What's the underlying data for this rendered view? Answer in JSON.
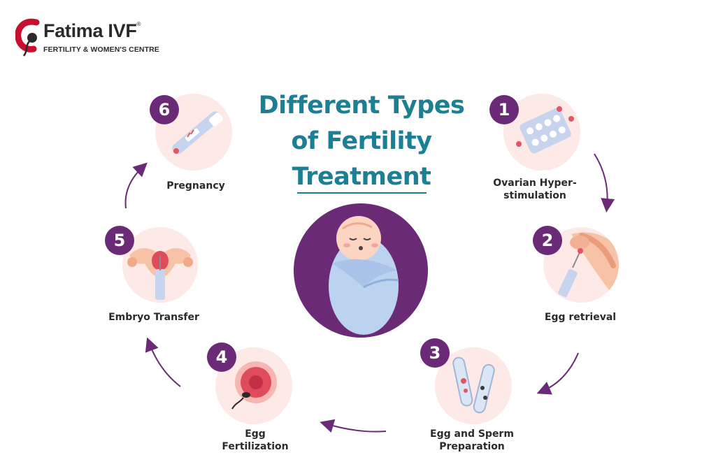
{
  "brand": {
    "name": "Fatima IVF",
    "trademark": "®",
    "tagline": "FERTILITY & WOMEN'S CENTRE",
    "logo_icon": "sperm-c-logo-icon"
  },
  "title": {
    "line1": "Different Types",
    "line2": "of Fertility",
    "line3": "Treatment"
  },
  "center_icon": "swaddled-baby-icon",
  "steps": [
    {
      "number": "1",
      "label_lines": [
        "Ovarian Hyper-",
        "stimulation"
      ],
      "icon": "pill-blister-pack-icon"
    },
    {
      "number": "2",
      "label_lines": [
        "Egg retrieval"
      ],
      "icon": "egg-retrieval-syringe-icon"
    },
    {
      "number": "3",
      "label_lines": [
        "Egg and Sperm",
        "Preparation"
      ],
      "icon": "test-tubes-icon"
    },
    {
      "number": "4",
      "label_lines": [
        "Egg",
        "Fertilization"
      ],
      "icon": "egg-sperm-fertilization-icon"
    },
    {
      "number": "5",
      "label_lines": [
        "Embryo Transfer"
      ],
      "icon": "uterus-embryo-transfer-icon"
    },
    {
      "number": "6",
      "label_lines": [
        "Pregnancy"
      ],
      "icon": "pregnancy-test-icon"
    }
  ],
  "colors": {
    "brand_red": "#c8102e",
    "title_teal": "#1d7f94",
    "accent_purple": "#6b2a76",
    "circle_pink": "#fde9e6",
    "text_dark": "#2b2b2b"
  }
}
